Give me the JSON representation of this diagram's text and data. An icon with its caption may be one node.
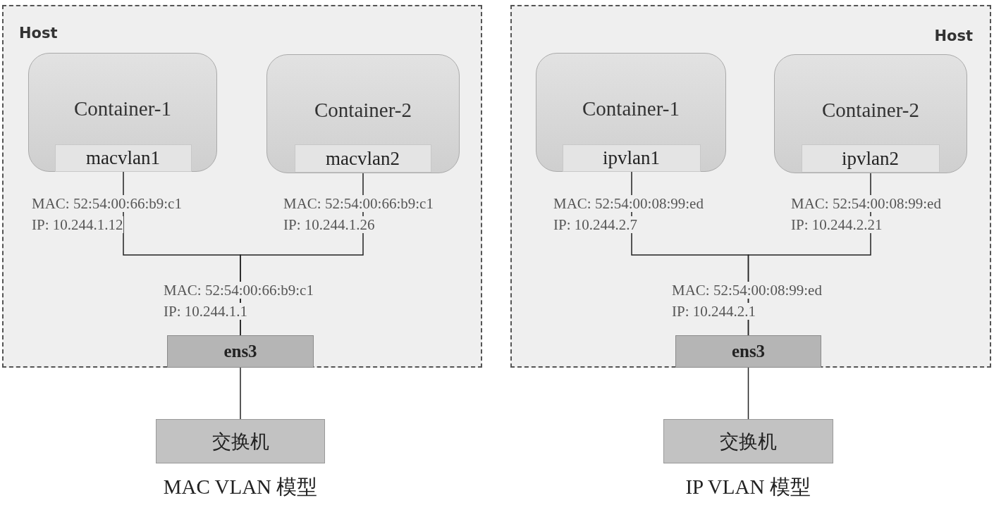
{
  "diagram": {
    "nodes": [
      {
        "text": [
          "Host"
        ]
      },
      {
        "text": [
          "Container-1"
        ],
        "in": 0
      },
      {
        "text": [
          "macvlan1"
        ],
        "in": 1,
        "beside": [
          "MAC: 52:54:00:66:b9:c1",
          "IP: 10.244.1.12"
        ]
      },
      {
        "text": [
          "Container-2"
        ],
        "in": 0
      },
      {
        "text": [
          "macvlan2"
        ],
        "in": 3,
        "beside": [
          "MAC: 52:54:00:66:b9:c1",
          "IP: 10.244.1.26"
        ]
      },
      {
        "text": [
          "ens3"
        ],
        "in": 0,
        "beside": [
          "MAC: 52:54:00:66:b9:c1",
          "IP: 10.244.1.1"
        ]
      },
      {
        "text": [
          "交换机"
        ]
      },
      {
        "text": [
          "Host"
        ]
      },
      {
        "text": [
          "Container-1"
        ],
        "in": 7
      },
      {
        "text": [
          "ipvlan1"
        ],
        "in": 8,
        "beside": [
          "MAC: 52:54:00:08:99:ed",
          "IP: 10.244.2.7"
        ]
      },
      {
        "text": [
          "Container-2"
        ],
        "in": 7
      },
      {
        "text": [
          "ipvlan2"
        ],
        "in": 10,
        "beside": [
          "MAC: 52:54:00:08:99:ed",
          "IP: 10.244.2.21"
        ]
      },
      {
        "text": [
          "ens3"
        ],
        "in": 7,
        "beside": [
          "MAC: 52:54:00:08:99:ed",
          "IP: 10.244.2.1"
        ]
      },
      {
        "text": [
          "交换机"
        ]
      }
    ],
    "edges": [
      {
        "from": 2,
        "to": 5,
        "arrow": "none"
      },
      {
        "from": 4,
        "to": 5,
        "arrow": "none"
      },
      {
        "from": 5,
        "to": 6,
        "arrow": "none"
      },
      {
        "from": 9,
        "to": 12,
        "arrow": "none"
      },
      {
        "from": 11,
        "to": 12,
        "arrow": "none"
      },
      {
        "from": 12,
        "to": 13,
        "arrow": "none"
      }
    ],
    "labels": [
      "MAC VLAN 模型",
      "IP VLAN 模型"
    ]
  }
}
